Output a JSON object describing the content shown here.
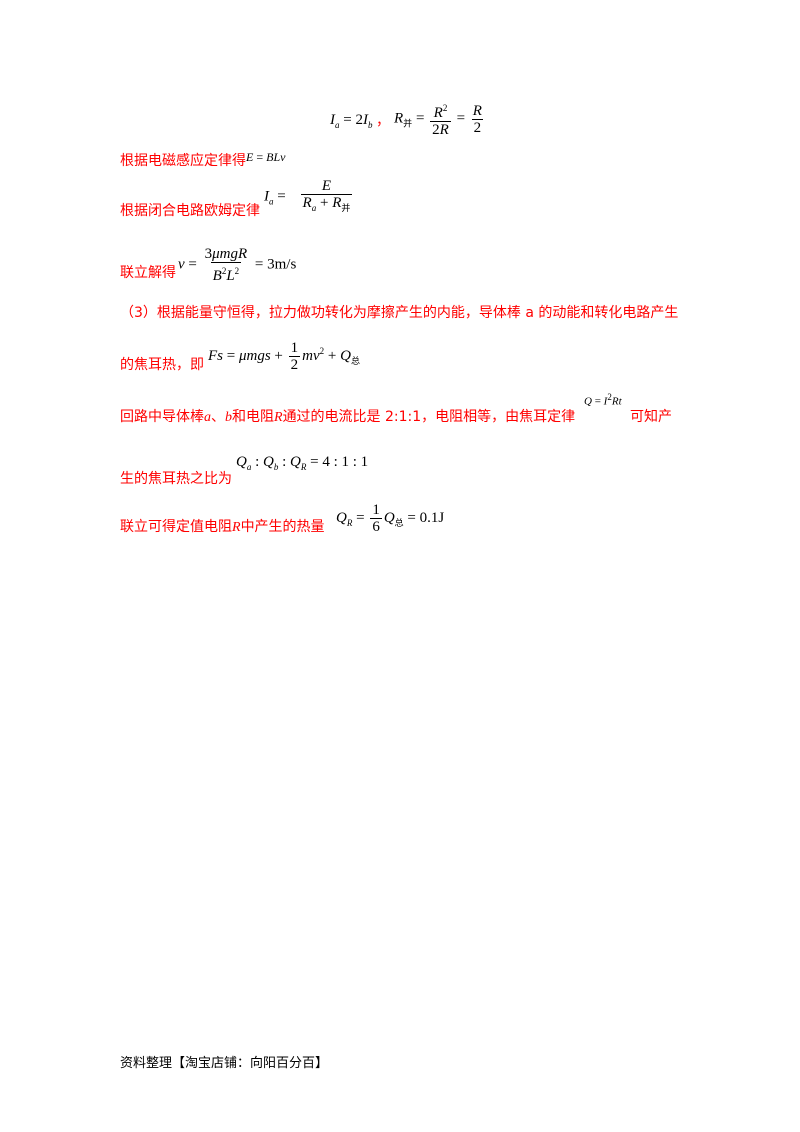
{
  "line1_formula_a": "I_a = 2I_b",
  "line1_sep": "，",
  "line1_formula_b": "R_并 = R²/2R = R/2",
  "line2_text": "根据电磁感应定律得",
  "line2_formula": "E = BLv",
  "line3_text": "根据闭合电路欧姆定律",
  "line3_formula": "I_a = E / (R_a + R_并)",
  "line4_text": "联立解得",
  "line4_formula": "v = 3μmgR / B²L² = 3m/s",
  "para3_line1": "（3）根据能量守恒得，拉力做功转化为摩擦产生的内能，导体棒 a 的动能和转化电路产生",
  "para3_line2": "的焦耳热，即",
  "para3_formula": "Fs = μmgs + ½mv² + Q总",
  "para4_line1_a": "回路中导体棒",
  "para4_line1_var1": "a",
  "para4_line1_b": "、",
  "para4_line1_var2": "b",
  "para4_line1_c": "和电阻",
  "para4_line1_var3": "R",
  "para4_line1_d": "通过的电流比是 2:1:1，电阻相等，由焦耳定律",
  "para4_formula_joule": "Q = I²Rt",
  "para4_line1_e": "可知产",
  "para4_line2": "生的焦耳热之比为",
  "para4_formula_ratio": "Q_a : Q_b : Q_R = 4 : 1 : 1",
  "para5_text_a": "联立可得定值电阻",
  "para5_var": "R",
  "para5_text_b": "中产生的热量",
  "para5_formula": "Q_R = (1/6)Q总 = 0.1J",
  "footer": "资料整理【淘宝店铺：向阳百分百】"
}
